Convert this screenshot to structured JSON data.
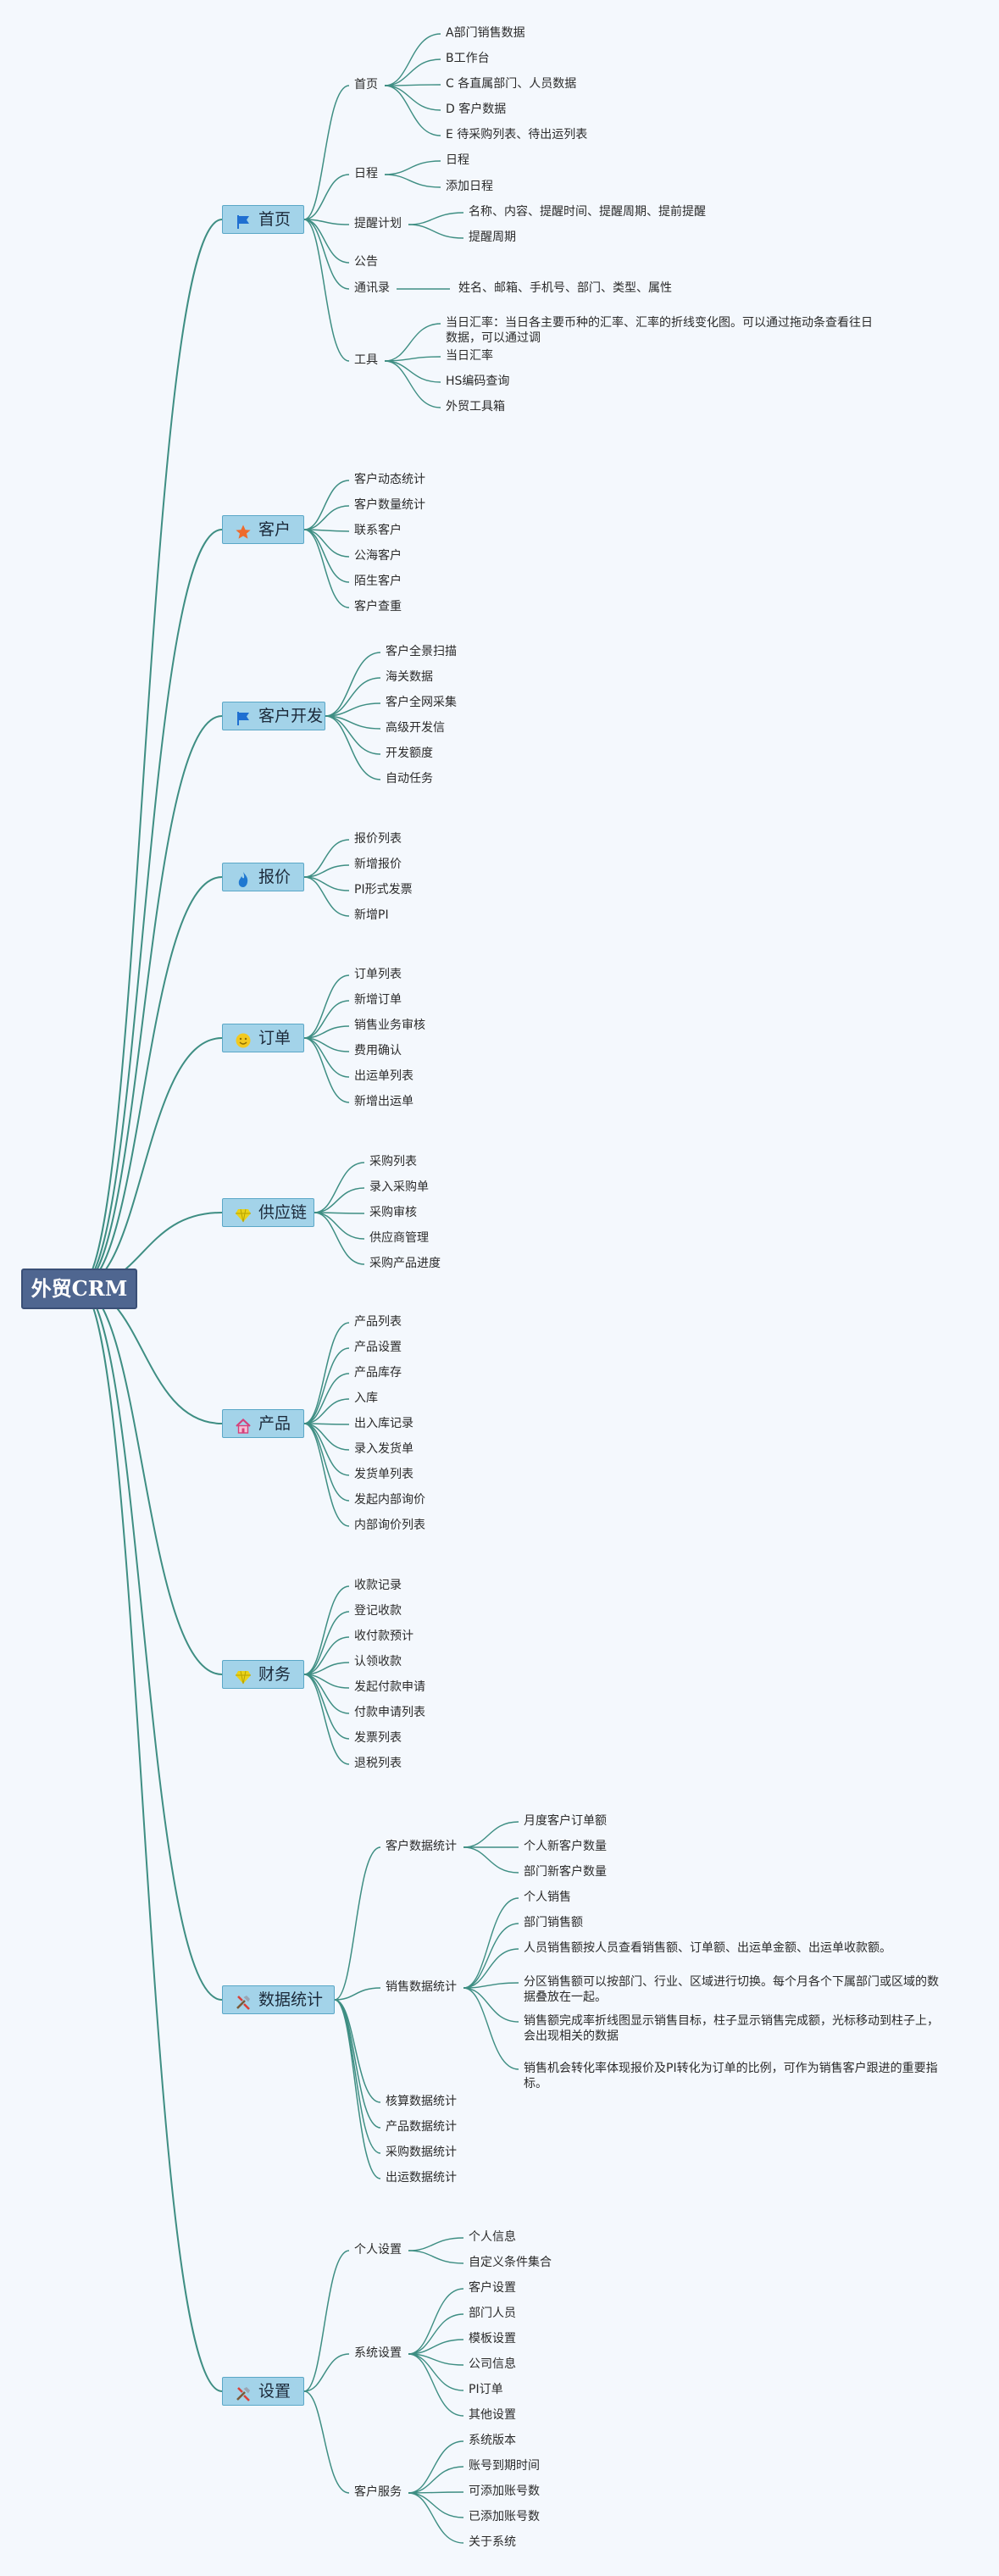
{
  "root": "外贸CRM",
  "colors": {
    "line": "#3e8e83",
    "root_bg": "#4f6690",
    "cat_bg": "#a3d3e9"
  },
  "categories": [
    {
      "label": "首页",
      "icon": "flag-icon",
      "children": [
        {
          "label": "首页",
          "children": [
            "A部门销售数据",
            "B工作台",
            "C 各直属部门、人员数据",
            "D 客户数据",
            "E 待采购列表、待出运列表"
          ]
        },
        {
          "label": "日程",
          "children": [
            "日程",
            "添加日程"
          ]
        },
        {
          "label": "提醒计划",
          "children": [
            "名称、内容、提醒时间、提醒周期、提前提醒",
            "提醒周期"
          ]
        },
        {
          "label": "公告"
        },
        {
          "label": "通讯录",
          "children": [
            "姓名、邮箱、手机号、部门、类型、属性"
          ]
        },
        {
          "label": "工具",
          "children": [
            "当日汇率：当日各主要币种的汇率、汇率的折线变化图。可以通过拖动条查看往日数据，可以通过调",
            "当日汇率",
            "HS编码查询",
            "外贸工具箱"
          ]
        }
      ]
    },
    {
      "label": "客户",
      "icon": "star-icon",
      "children": [
        {
          "label": "客户动态统计"
        },
        {
          "label": "客户数量统计"
        },
        {
          "label": "联系客户"
        },
        {
          "label": "公海客户"
        },
        {
          "label": "陌生客户"
        },
        {
          "label": "客户查重"
        }
      ]
    },
    {
      "label": "客户开发",
      "icon": "flag-icon",
      "children": [
        {
          "label": "客户全景扫描"
        },
        {
          "label": "海关数据"
        },
        {
          "label": "客户全网采集"
        },
        {
          "label": "高级开发信"
        },
        {
          "label": "开发额度"
        },
        {
          "label": "自动任务"
        }
      ]
    },
    {
      "label": "报价",
      "icon": "flame-icon",
      "children": [
        {
          "label": "报价列表"
        },
        {
          "label": "新增报价"
        },
        {
          "label": "PI形式发票"
        },
        {
          "label": "新增PI"
        }
      ]
    },
    {
      "label": "订单",
      "icon": "smiley-icon",
      "children": [
        {
          "label": "订单列表"
        },
        {
          "label": "新增订单"
        },
        {
          "label": "销售业务审核"
        },
        {
          "label": "费用确认"
        },
        {
          "label": "出运单列表"
        },
        {
          "label": "新增出运单"
        }
      ]
    },
    {
      "label": "供应链",
      "icon": "diamond-icon",
      "children": [
        {
          "label": "采购列表"
        },
        {
          "label": "录入采购单"
        },
        {
          "label": "采购审核"
        },
        {
          "label": "供应商管理"
        },
        {
          "label": "采购产品进度"
        }
      ]
    },
    {
      "label": "产品",
      "icon": "house-icon",
      "children": [
        {
          "label": "产品列表"
        },
        {
          "label": "产品设置"
        },
        {
          "label": "产品库存"
        },
        {
          "label": "入库"
        },
        {
          "label": "出入库记录"
        },
        {
          "label": "录入发货单"
        },
        {
          "label": "发货单列表"
        },
        {
          "label": "发起内部询价"
        },
        {
          "label": "内部询价列表"
        }
      ]
    },
    {
      "label": "财务",
      "icon": "diamond-icon",
      "children": [
        {
          "label": "收款记录"
        },
        {
          "label": "登记收款"
        },
        {
          "label": "收付款预计"
        },
        {
          "label": "认领收款"
        },
        {
          "label": "发起付款申请"
        },
        {
          "label": "付款申请列表"
        },
        {
          "label": "发票列表"
        },
        {
          "label": "退税列表"
        }
      ]
    },
    {
      "label": "数据统计",
      "icon": "tools-icon",
      "children": [
        {
          "label": "客户数据统计",
          "children": [
            "月度客户订单额",
            "个人新客户数量",
            "部门新客户数量"
          ]
        },
        {
          "label": "销售数据统计",
          "children": [
            "个人销售",
            "部门销售额",
            "人员销售额按人员查看销售额、订单额、出运单金额、出运单收款额。",
            "分区销售额可以按部门、行业、区域进行切换。每个月各个下属部门或区域的数据叠放在一起。",
            "销售额完成率折线图显示销售目标，柱子显示销售完成额，光标移动到柱子上，会出现相关的数据",
            "销售机会转化率体现报价及PI转化为订单的比例，可作为销售客户跟进的重要指标。"
          ]
        },
        {
          "label": "核算数据统计"
        },
        {
          "label": "产品数据统计"
        },
        {
          "label": "采购数据统计"
        },
        {
          "label": "出运数据统计"
        }
      ]
    },
    {
      "label": "设置",
      "icon": "tools-icon",
      "children": [
        {
          "label": "个人设置",
          "children": [
            "个人信息",
            "自定义条件集合"
          ]
        },
        {
          "label": "系统设置",
          "children": [
            "客户设置",
            "部门人员",
            "模板设置",
            "公司信息",
            "PI订单",
            "其他设置"
          ]
        },
        {
          "label": "客户服务",
          "children": [
            "系统版本",
            "账号到期时间",
            "可添加账号数",
            "已添加账号数",
            "关于系统"
          ]
        }
      ]
    }
  ]
}
